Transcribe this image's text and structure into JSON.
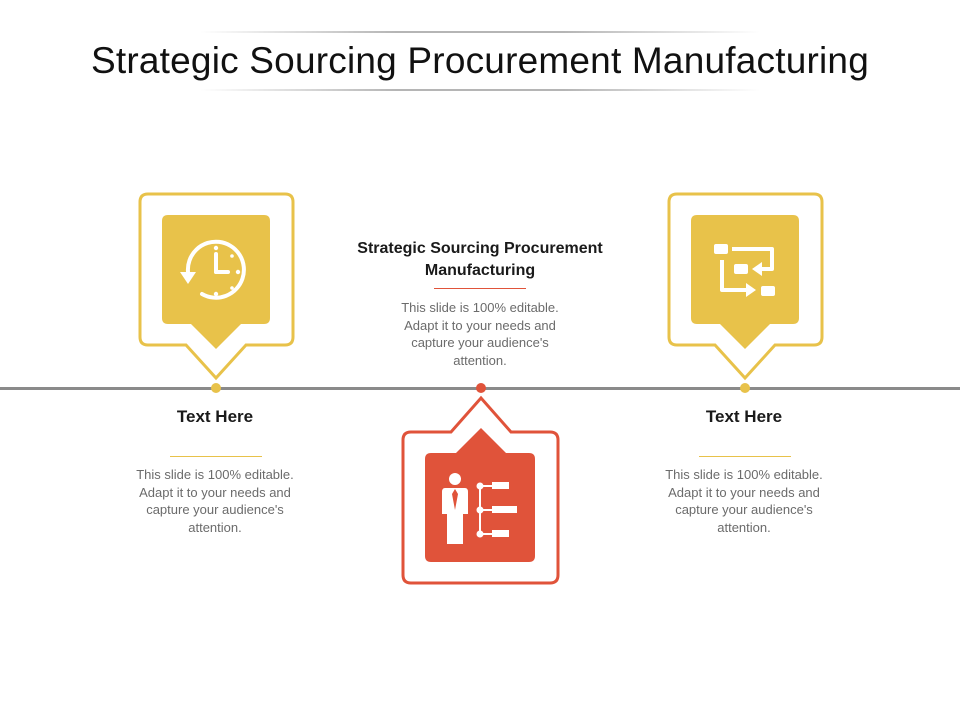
{
  "title": "Strategic Sourcing Procurement Manufacturing",
  "colors": {
    "yellow": "#E8C24A",
    "red": "#E0533A",
    "timeline": "#8A8A8A"
  },
  "center": {
    "heading": "Strategic Sourcing Procurement Manufacturing",
    "body": "This slide is 100% editable. Adapt it to your needs and capture your audience's attention.",
    "icon": "employee-list-icon"
  },
  "left": {
    "heading": "Text Here",
    "body": "This slide is 100% editable. Adapt it to your needs and capture your audience's attention.",
    "icon": "clock-history-icon"
  },
  "right": {
    "heading": "Text Here",
    "body": "This slide is 100% editable. Adapt it to your needs and capture your audience's attention.",
    "icon": "process-flow-icon"
  }
}
